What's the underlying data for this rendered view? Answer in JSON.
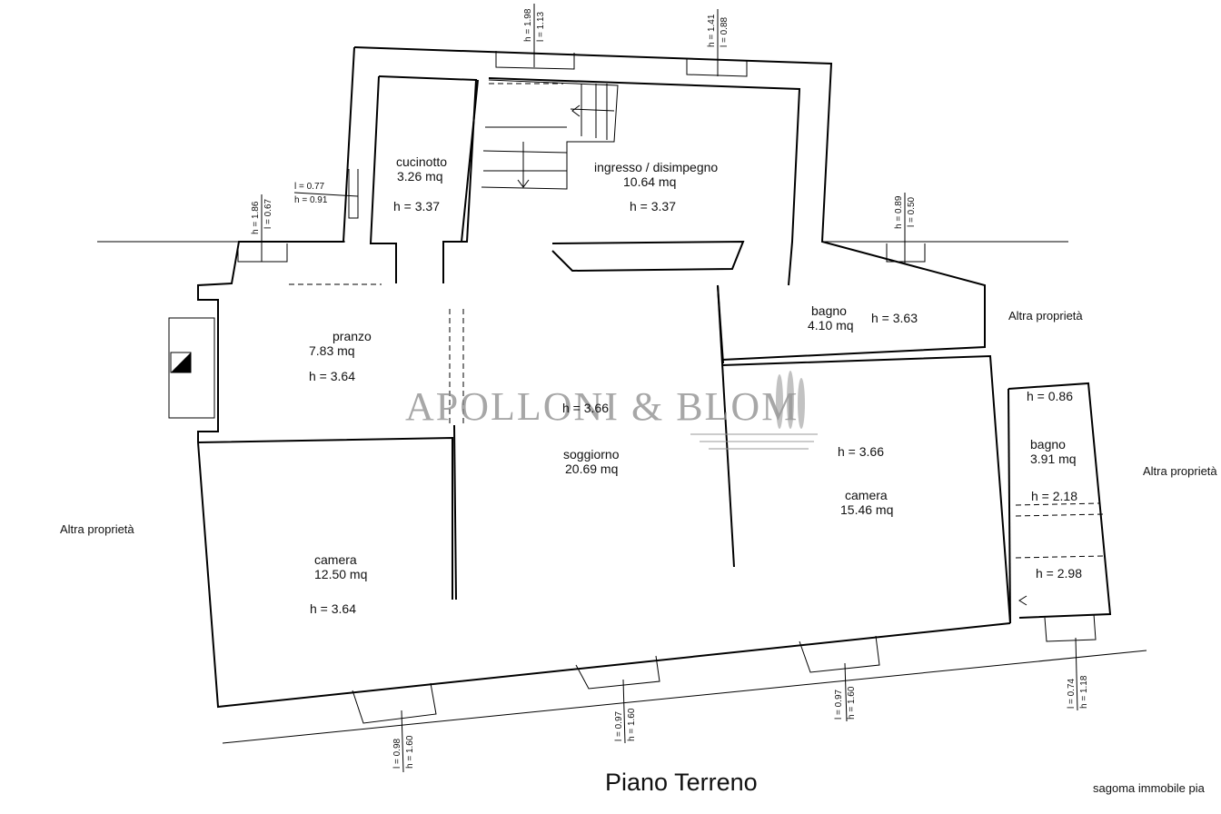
{
  "title": "Piano Terreno",
  "footer_note": "sagoma immobile pia",
  "watermark": "APOLLONI & BLOM",
  "neighbors": {
    "left": "Altra proprietà",
    "right_top": "Altra proprietà",
    "right_bottom": "Altra proprietà"
  },
  "rooms": {
    "cucinotto": {
      "name": "cucinotto",
      "area": "3.26 mq",
      "height": "h = 3.37"
    },
    "ingresso": {
      "name": "ingresso / disimpegno",
      "area": "10.64 mq",
      "height": "h = 3.37"
    },
    "pranzo": {
      "name": "pranzo",
      "area": "7.83 mq",
      "height": "h = 3.64"
    },
    "bagno1": {
      "name": "bagno",
      "area": "4.10 mq",
      "height": "h = 3.63"
    },
    "soggiorno": {
      "name": "soggiorno",
      "area": "20.69 mq",
      "height": "h = 3.66"
    },
    "camera1": {
      "name": "camera",
      "area": "12.50 mq",
      "height": "h = 3.64"
    },
    "camera2": {
      "name": "camera",
      "area": "15.46 mq",
      "height": "h = 3.66"
    },
    "bagno2": {
      "name": "bagno",
      "area": "3.91 mq",
      "heights": [
        "h = 0.86",
        "h = 2.18",
        "h = 2.98"
      ]
    }
  },
  "openings": {
    "top_1": {
      "l": "l = 1.13",
      "h": "h = 1.98"
    },
    "top_2": {
      "l": "l = 0.88",
      "h": "h = 1.41"
    },
    "cucinotto_side": {
      "l": "l = 0.77",
      "h": "h = 0.91"
    },
    "pranzo_top": {
      "l": "l = 0.67",
      "h": "h = 1.86"
    },
    "bagno_top": {
      "l": "l = 0.50",
      "h": "h = 0.89"
    },
    "bottom_1": {
      "l": "l = 0.98",
      "h": "h = 1.60"
    },
    "bottom_2": {
      "l": "l = 0.97",
      "h": "h = 1.60"
    },
    "bottom_3": {
      "l": "l = 0.97",
      "h": "h = 1.60"
    },
    "bottom_4": {
      "l": "l = 0.74",
      "h": "h = 1.18"
    }
  }
}
